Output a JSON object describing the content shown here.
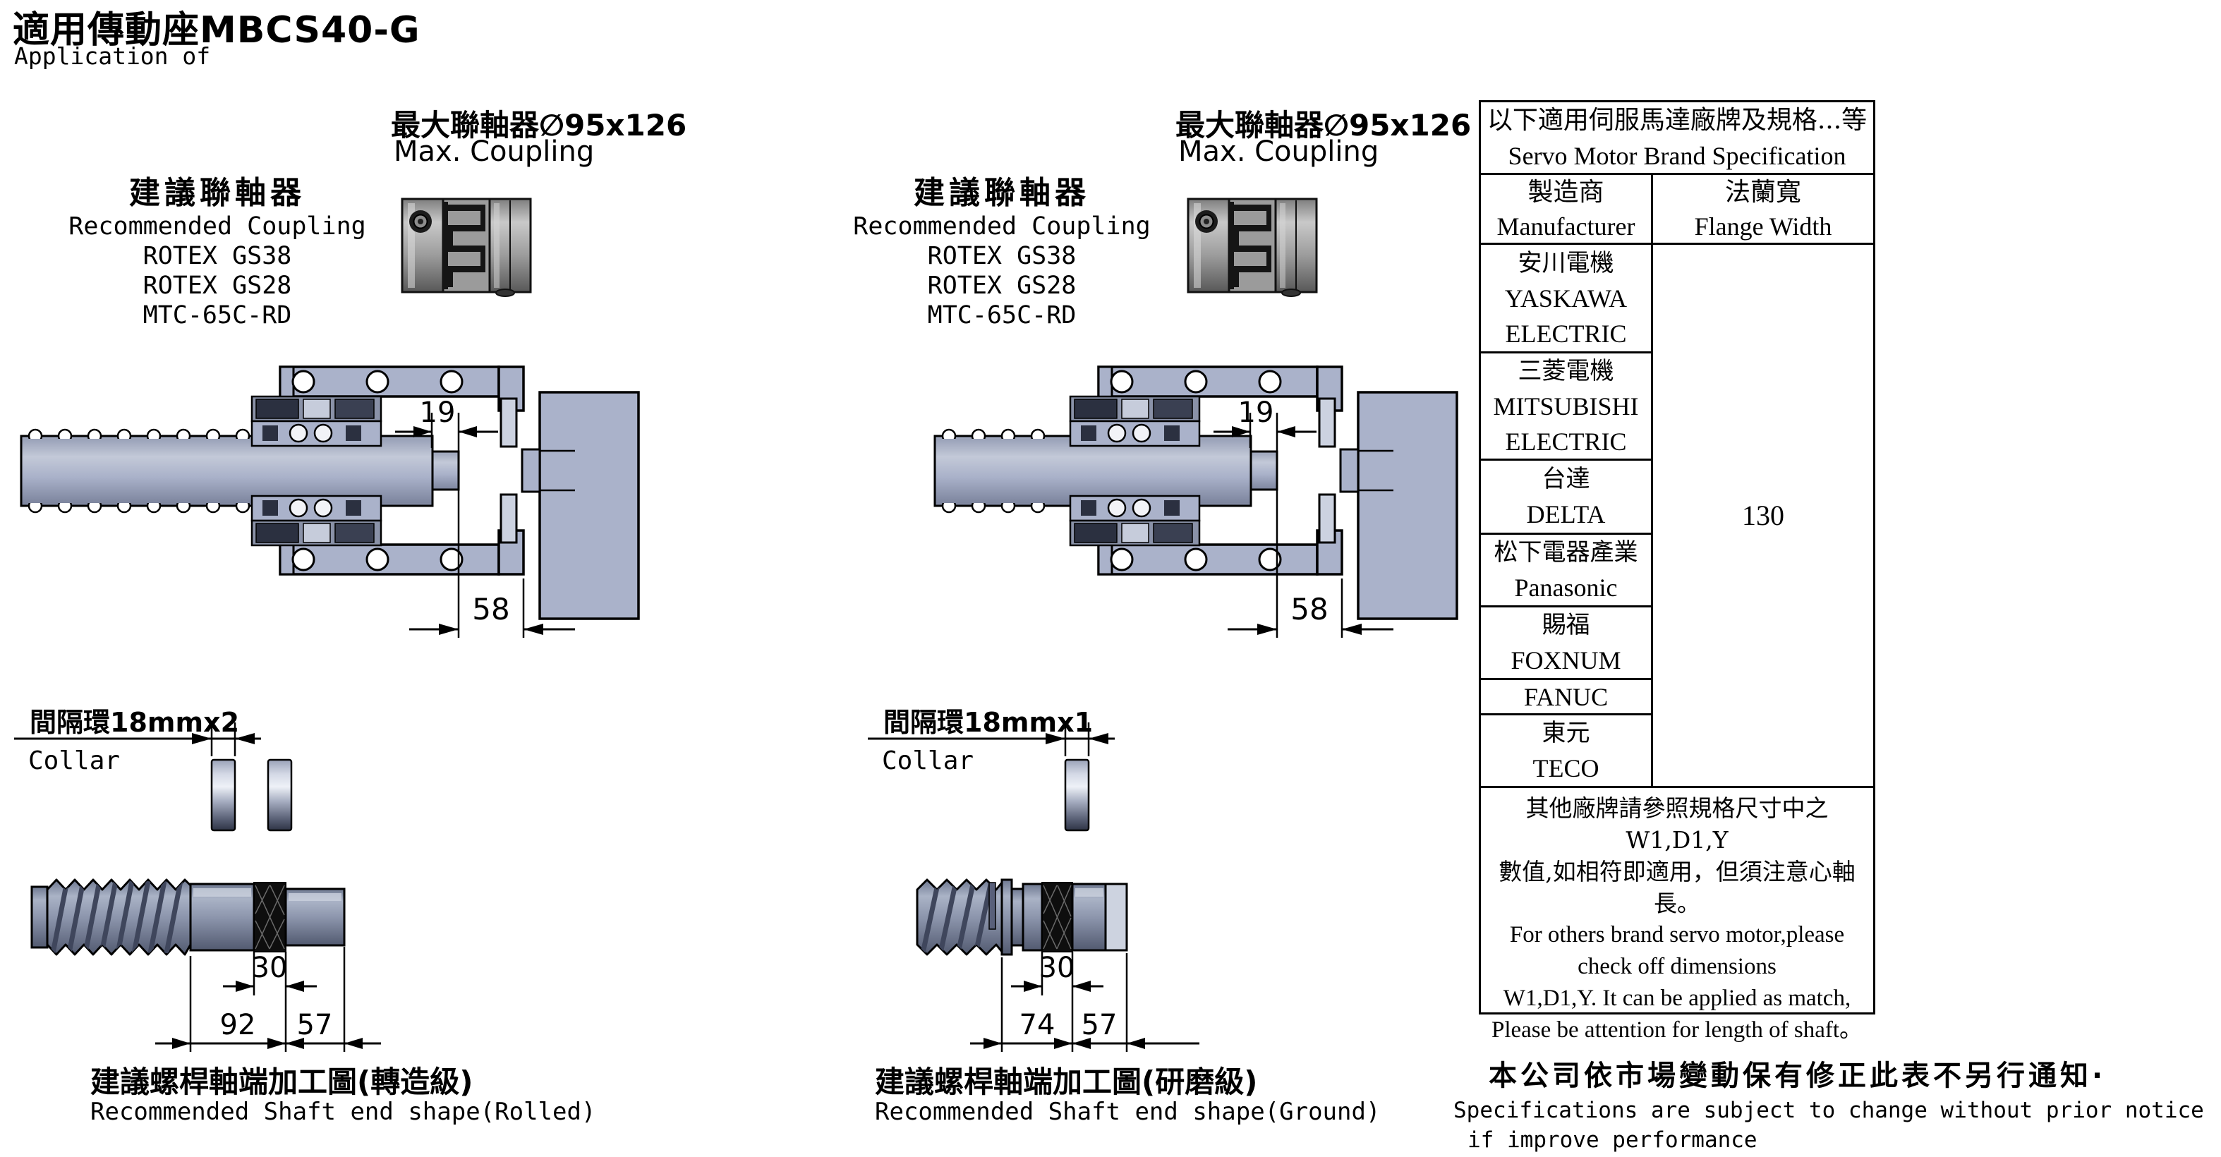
{
  "header": {
    "title_zh": "適用傳動座MBCS40-G",
    "title_en": "Application of"
  },
  "left": {
    "max_coupling_zh": "最大聯軸器∅95x126",
    "max_coupling_en": "Max. Coupling",
    "rec_zh": "建議聯軸器",
    "rec_en": "Recommended Coupling",
    "model_1": "ROTEX GS38",
    "model_2": "ROTEX GS28",
    "model_3": "MTC-65C-RD",
    "dim_gap": "19",
    "dim_depth": "58",
    "collar_zh": "間隔環18mmx2",
    "collar_en": "Collar",
    "dim_mid": "30",
    "dim_a": "92",
    "dim_b": "57",
    "caption_zh": "建議螺桿軸端加工圖(轉造級)",
    "caption_en": "Recommended Shaft end shape(Rolled)"
  },
  "right": {
    "max_coupling_zh": "最大聯軸器∅95x126",
    "max_coupling_en": "Max. Coupling",
    "rec_zh": "建議聯軸器",
    "rec_en": "Recommended Coupling",
    "model_1": "ROTEX GS38",
    "model_2": "ROTEX GS28",
    "model_3": "MTC-65C-RD",
    "dim_gap": "19",
    "dim_depth": "58",
    "collar_zh": "間隔環18mmx1",
    "collar_en": "Collar",
    "dim_mid": "30",
    "dim_a": "74",
    "dim_b": "57",
    "caption_zh": "建議螺桿軸端加工圖(研磨級)",
    "caption_en": "Recommended Shaft end shape(Ground)"
  },
  "table": {
    "title_zh": "以下適用伺服馬達廠牌及規格...等",
    "title_en": "Servo Motor Brand Specification",
    "col_manufacturer_zh": "製造商",
    "col_manufacturer_en": "Manufacturer",
    "col_flange_zh": "法蘭寬",
    "col_flange_en": "Flange Width",
    "rows": [
      {
        "l1": "安川電機",
        "l2": "YASKAWA",
        "l3": "ELECTRIC"
      },
      {
        "l1": "三菱電機",
        "l2": "MITSUBISHI",
        "l3": "ELECTRIC"
      },
      {
        "l1": "台達",
        "l2": "DELTA"
      },
      {
        "l1": "松下電器產業",
        "l2": "Panasonic"
      },
      {
        "l1": "賜福",
        "l2": "FOXNUM"
      },
      {
        "l1": "FANUC"
      },
      {
        "l1": "東元",
        "l2": "TECO"
      }
    ],
    "flange_width": "130",
    "note_l1": "其他廠牌請參照規格尺寸中之W1,D1,Y",
    "note_l2": "數值,如相符即適用，但須注意心軸長。",
    "note_l3": "For others brand servo motor,please",
    "note_l4": "check off dimensions",
    "note_l5": "W1,D1,Y. It can be applied as match,",
    "note_l6": "Please be attention for length of shaft。"
  },
  "footer": {
    "notice_zh": "本公司依市場變動保有修正此表不另行通知·",
    "notice_en_1": "Specifications are subject to change without prior notice",
    "notice_en_2": "if improve performance"
  }
}
